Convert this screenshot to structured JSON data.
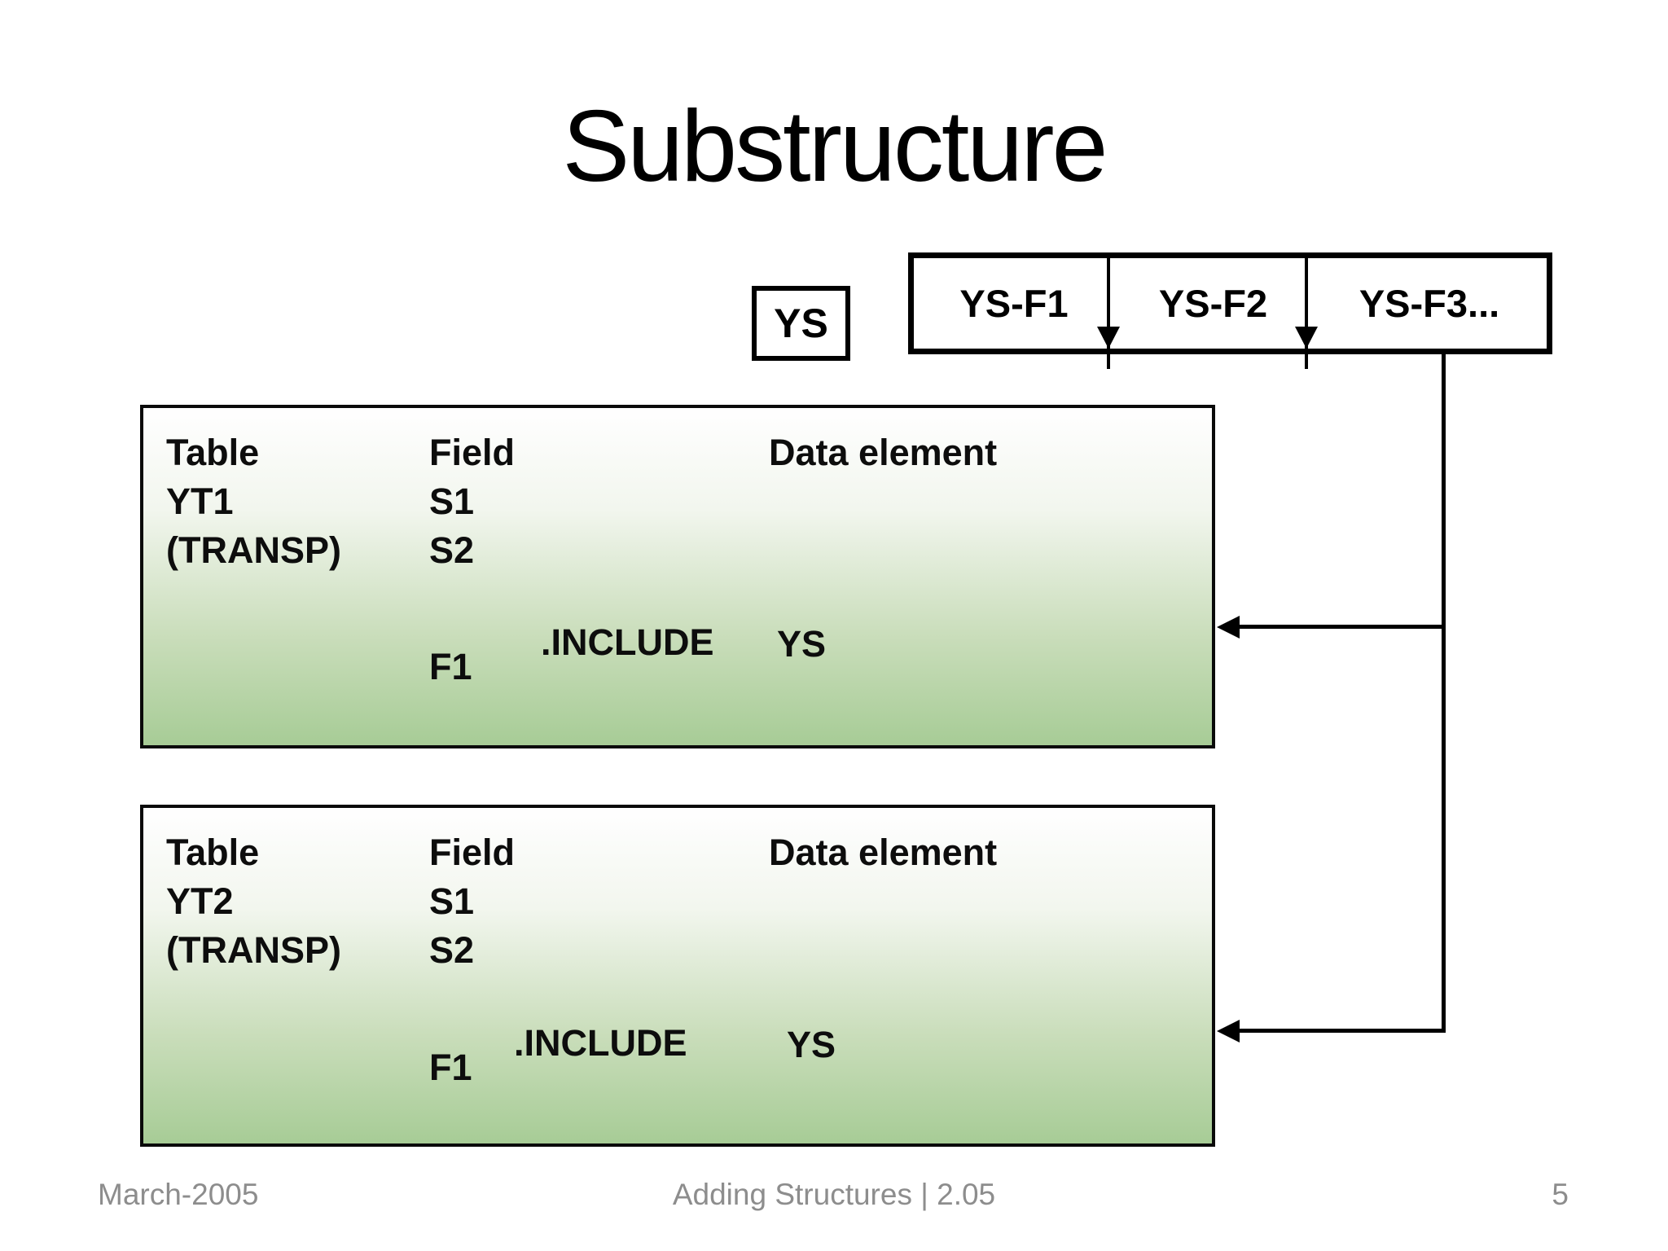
{
  "slide": {
    "title": "Substructure",
    "footer": {
      "date": "March-2005",
      "center": "Adding Structures | 2.05",
      "page_number": "5"
    }
  },
  "diagram": {
    "structure_box": {
      "label": "YS"
    },
    "fields_strip": {
      "cells": [
        {
          "label": "YS-F1"
        },
        {
          "label": "YS-F2"
        },
        {
          "label": "YS-F3..."
        }
      ]
    },
    "tables": [
      {
        "column_headers": [
          "Table",
          "Field",
          "Data element"
        ],
        "table_name": "YT1",
        "table_type": "(TRANSP)",
        "struct_fields": [
          "S1",
          "S2"
        ],
        "include_field": "F1",
        "include_keyword": ".INCLUDE",
        "include_target": "YS"
      },
      {
        "column_headers": [
          "Table",
          "Field",
          "Data element"
        ],
        "table_name": "YT2",
        "table_type": "(TRANSP)",
        "struct_fields": [
          "S1",
          "S2"
        ],
        "include_field": "F1",
        "include_keyword": ".INCLUDE",
        "include_target": "YS"
      }
    ],
    "colors": {
      "line_and_border": "#000000",
      "box_gradient_top": "#ffffff",
      "box_gradient_bottom": "#a7cc96",
      "footer_text": "#8d8d8d"
    }
  }
}
